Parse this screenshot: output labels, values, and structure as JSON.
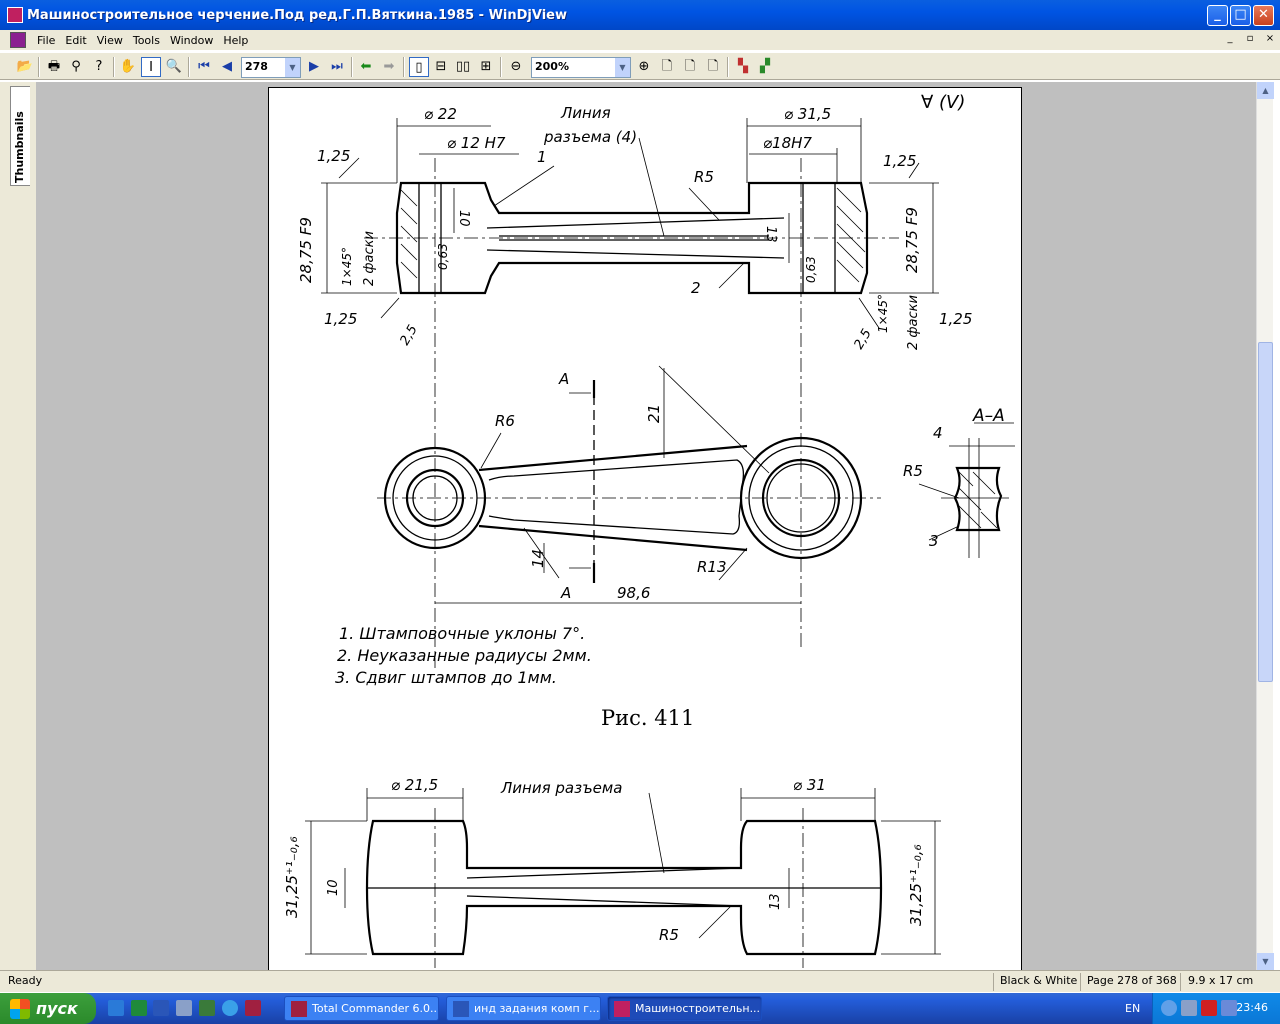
{
  "window": {
    "title": "Машиностроительное черчение.Под ред.Г.П.Вяткина.1985 - WinDjView",
    "minimize": "_",
    "maximize": "□",
    "close": "✕"
  },
  "menu": {
    "items": [
      "File",
      "Edit",
      "View",
      "Tools",
      "Window",
      "Help"
    ],
    "mdi": [
      "_",
      "▫",
      "×"
    ]
  },
  "toolbar": {
    "page_number": "278",
    "zoom": "200%"
  },
  "sidebar": {
    "tab_label": "Thumbnails"
  },
  "drawing": {
    "top": {
      "d22": "⌀ 22",
      "d12": "⌀ 12 H7",
      "d315": "⌀ 31,5",
      "d18": "⌀18H7",
      "split_line_1": "Линия",
      "split_line_2": "разъема (4)",
      "roughness": "∀ (V)",
      "r1_25_a": "1,25",
      "r1_25_b": "1,25",
      "r1_25_c": "1,25",
      "r1_25_d": "1,25",
      "h2875_a": "28,75 F9",
      "h2875_b": "28,75 F9",
      "chamfer_a": "1×45°",
      "chamfer_b": "1×45°",
      "two_chamfers_a": "2 фаски",
      "two_chamfers_b": "2 фаски",
      "n10": "10",
      "n13": "13",
      "n063_a": "0,63",
      "n063_b": "0,63",
      "n25_a": "2,5",
      "n25_b": "2,5",
      "r5": "R5",
      "call1": "1",
      "call2": "2"
    },
    "middle": {
      "sec_a_top": "A",
      "sec_a_bottom": "A",
      "r6": "R6",
      "n21": "21",
      "n14": "14",
      "r13": "R13",
      "n986": "98,6",
      "sec_label": "A–A",
      "n4": "4",
      "r5": "R5",
      "n3": "3"
    },
    "notes": [
      "1. Штамповочные  уклоны 7°.",
      "2. Неуказанные  радиусы 2мм.",
      "3. Сдвиг  штампов до  1мм."
    ],
    "caption": "Рис.  411",
    "bottom": {
      "d215": "⌀ 21,5",
      "d31": "⌀ 31",
      "split_line": "Линия  разъема",
      "h3125_a": "31,25⁺¹₋₀,₆",
      "h3125_b": "31,25⁺¹₋₀,₆",
      "n10": "10",
      "n13": "13",
      "r5": "R5"
    }
  },
  "status": {
    "ready": "Ready",
    "mode": "Black & White",
    "page": "Page 278 of 368",
    "size": "9.9 x 17 cm"
  },
  "taskbar": {
    "start": "пуск",
    "tasks": [
      "Total Commander 6.0...",
      "инд задания комп г...",
      "Машиностроительн..."
    ],
    "lang": "EN",
    "clock": "23:46"
  }
}
